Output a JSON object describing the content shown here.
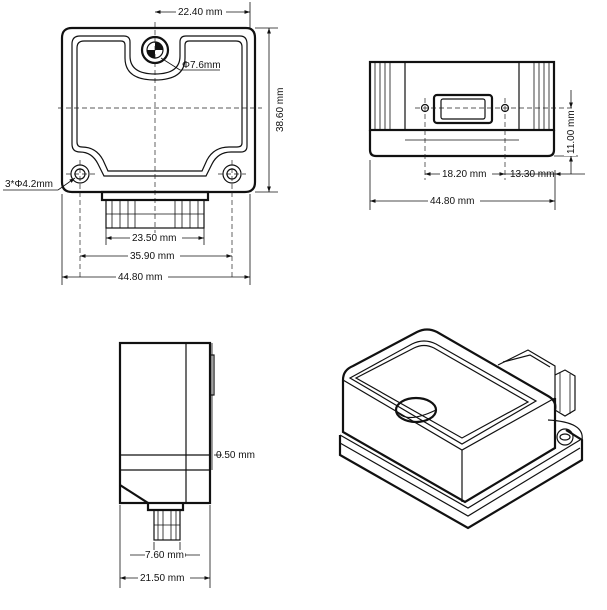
{
  "dimensions": {
    "top_center_width": "22.40 mm",
    "hole_diameter": "Φ7.6mm",
    "height": "38.60 mm",
    "mount_holes": "3*Φ4.2mm",
    "connector_width": "23.50 mm",
    "hole_spacing": "35.90 mm",
    "total_width_front": "44.80 mm",
    "side_height": "11.00 mm",
    "side_hole_spacing": "18.20 mm",
    "side_offset": "13.30 mm",
    "total_width_side": "44.80 mm",
    "ledge": "0.50 mm",
    "pin_width": "7.60 mm",
    "depth": "21.50 mm"
  }
}
